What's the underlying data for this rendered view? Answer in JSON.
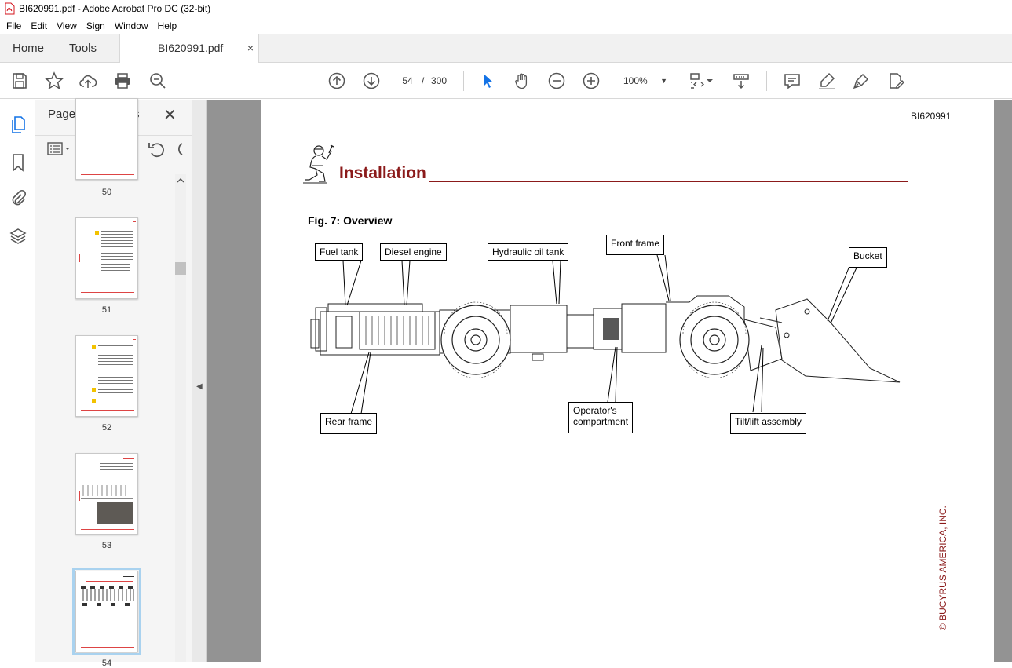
{
  "window": {
    "title": "BI620991.pdf - Adobe Acrobat Pro DC (32-bit)"
  },
  "menu": [
    "File",
    "Edit",
    "View",
    "Sign",
    "Window",
    "Help"
  ],
  "tabs": {
    "home": "Home",
    "tools": "Tools",
    "document": "BI620991.pdf",
    "close_glyph": "×"
  },
  "toolbar": {
    "current_page": "54",
    "page_separator": "/",
    "total_pages": "300",
    "zoom": "100%"
  },
  "thumbnails": {
    "title": "Page Thumbnails",
    "close_glyph": "✕",
    "pages": [
      {
        "label": "50"
      },
      {
        "label": "51"
      },
      {
        "label": "52"
      },
      {
        "label": "53"
      },
      {
        "label": "54",
        "selected": true
      }
    ]
  },
  "document": {
    "code": "BI620991",
    "heading": "Installation",
    "figure_title": "Fig. 7: Overview",
    "callouts": {
      "fuel_tank": "Fuel tank",
      "diesel_engine": "Diesel engine",
      "hydraulic_oil_tank": "Hydraulic oil tank",
      "front_frame": "Front frame",
      "bucket": "Bucket",
      "rear_frame": "Rear frame",
      "operators_compartment_1": "Operator's",
      "operators_compartment_2": "compartment",
      "tilt_lift_assembly": "Tilt/lift assembly"
    },
    "copyright": "© BUCYRUS AMERICA, INC."
  },
  "colors": {
    "brand_red": "#8b1a1a",
    "accent_blue": "#1473e6",
    "doc_background": "#939393"
  }
}
